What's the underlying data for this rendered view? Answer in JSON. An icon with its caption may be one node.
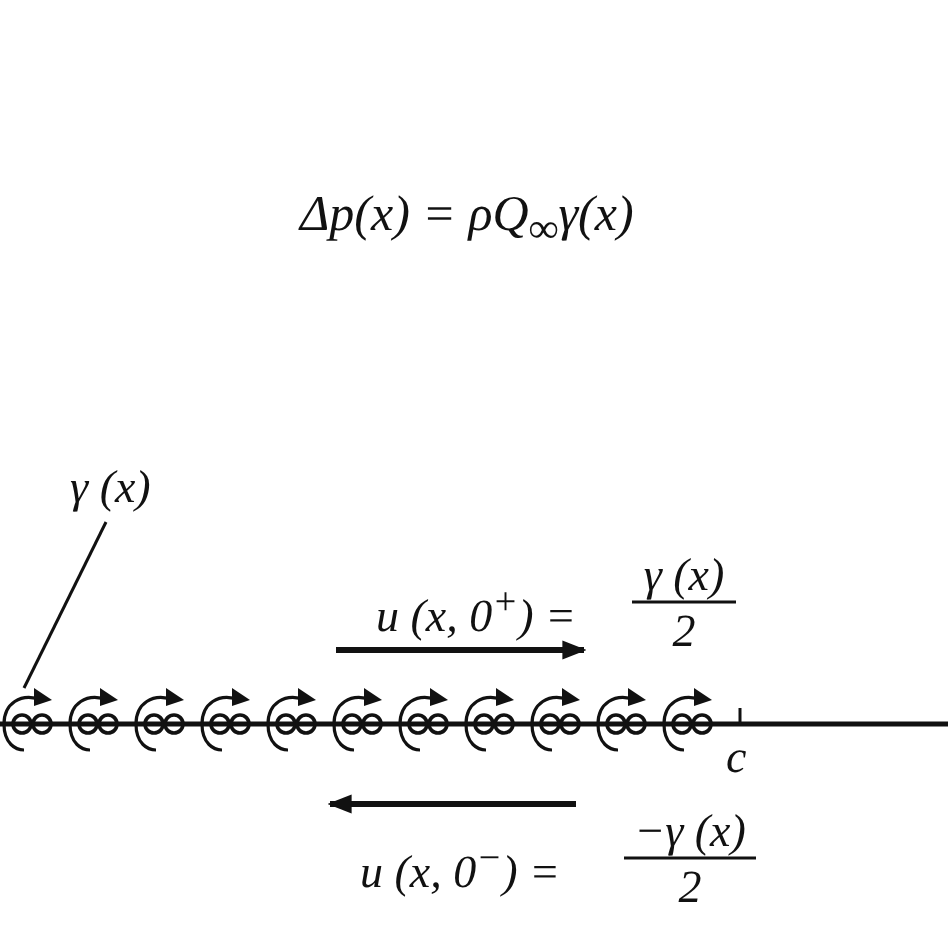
{
  "diagram": {
    "nodes": [
      {
        "text": [
          "γ (x)"
        ]
      },
      {
        "text": [],
        "shape": "circle"
      }
    ],
    "edges": [
      {
        "from": 0,
        "to": 1,
        "arrow": "none"
      }
    ],
    "labels": [
      "Δp(x) = ρQ$_{∞}$γ(x)",
      "u (x, 0$^{+}$) =",
      "γ (x)",
      "2",
      "c",
      "u (x, 0$^{−}$) =",
      "−γ (x)",
      "2"
    ]
  }
}
